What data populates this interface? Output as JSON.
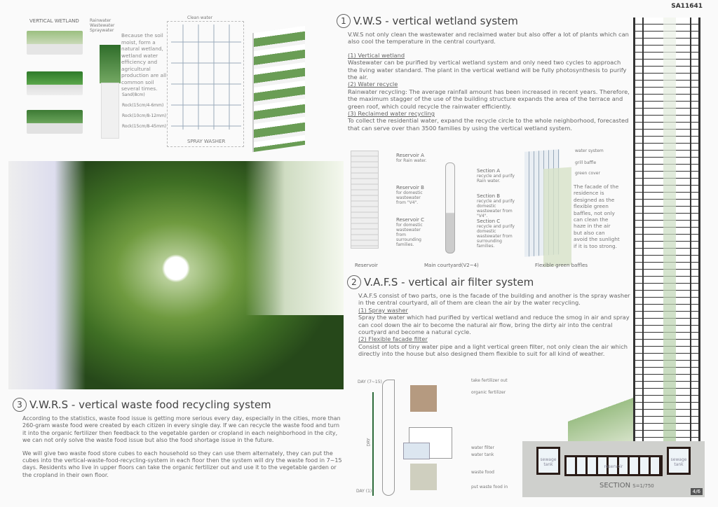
{
  "sheet_id": "SA11641",
  "page": "4/6",
  "wetland": {
    "title": "VERTICAL WETLAND",
    "legend": [
      "Rainwater",
      "Wastewater",
      "Spraywater"
    ],
    "note": "Because the soil moist, form a natural wetland, wetland water efficiency and agricultural production are all common soil several times.",
    "layers": [
      "Sand(8cm)",
      "Rock(15cm/4-6mm)",
      "Rock(10cm/8-12mm)",
      "Rock(15cm/8-45mm)"
    ]
  },
  "spray": {
    "top_label": "Clean water",
    "caption": "SPRAY WASHER"
  },
  "vws": {
    "num": "1",
    "title": "V.W.S - vertical wetland system",
    "intro": "V.W.S not only clean the wastewater and reclaimed water but also offer a lot of plants which can also cool the temperature in the central courtyard.",
    "items": [
      {
        "head": "(1) Vertical wetland",
        "body": "Wastewater can be purified by vertical wetland system and only need two cycles to approach the living water standard. The plant in the vertical wetland will be fully photosynthesis to purify the air."
      },
      {
        "head": "(2) Water recycle",
        "body": "Rainwater recycling: The average rainfall amount has been increased in recent years. Therefore, the maximum stagger of the use of the building structure expands the area of the terrace and green roof, which could recycle the rainwater efficiently."
      },
      {
        "head": "(3) Reclaimed water recycling",
        "body": "To collect the residential water, expand the recycle circle to the whole neighborhood, forecasted that can serve over than 3500 families by using the vertical wetland system."
      }
    ]
  },
  "reservoir": {
    "caption": "Reservoir",
    "items": [
      {
        "t": "Reservoir A",
        "d": "for Rain water."
      },
      {
        "t": "Reservoir B",
        "d": "for domestic wastewater from \"V4\"."
      },
      {
        "t": "Reservoir C",
        "d": "for domestic wastewater from surrounding families."
      }
    ]
  },
  "courtyard": {
    "caption": "Main courtyard(V2~4)",
    "items": [
      {
        "t": "Section A",
        "d": "recycle and purify Rain water."
      },
      {
        "t": "Section B",
        "d": "recycle and purify domestic wastewater from \"V4\"."
      },
      {
        "t": "Section C",
        "d": "recycle and purify domestic wastewater from surrounding families."
      }
    ]
  },
  "baffles": {
    "caption": "Flexible green baffles",
    "labels": [
      "water system",
      "grill baffle",
      "green cover"
    ],
    "note": "The facade of the residence is designed as the flexible green baffles, not only can clean the haze in the air but also can avoid the sunlight if it is too strong."
  },
  "vafs": {
    "num": "2",
    "title": "V.A.F.S - vertical air filter system",
    "intro": "V.A.F.S consist of two parts, one is the facade of the building and another is the spray washer in the central courtyard, all of them are clean the air by the water recycling.",
    "items": [
      {
        "head": "(1) Spray washer",
        "body": "Spray the water which had purified by vertical wetland and reduce the smog in air and spray can cool down the air to become the natural air flow, bring the dirty air into the central courtyard and become a natural cycle."
      },
      {
        "head": "(2) Flexible facade filter",
        "body": "Consist of lots of tiny water pipe and a light vertical green filter, not only clean the air which directly into the house but also designed them flexible to suit for all kind of weather."
      }
    ]
  },
  "cube": {
    "day_top": "DAY (7~15)",
    "dry": "DRY",
    "day_bottom": "DAY (1)",
    "labels": [
      "take fertilizer out",
      "organic fertilizer",
      "water filter",
      "water tank",
      "waste food",
      "put waste food in"
    ]
  },
  "vwrs": {
    "num": "3",
    "title": "V.W.R.S - vertical waste food recycling system",
    "p1": "According to the statistics, waste food issue is getting more serious every day, especially in the cities, more than 260-gram waste food were created by each citizen in every single day. If we can recycle the waste food and turn it into the organic fertilizer then feedback to the vegetable garden or cropland in each neighborhood in the city, we can not only solve the waste food issue but also the food shortage issue in the future.",
    "p2": "We will give two waste food store cubes to each household so they can use them alternately, they can put the cubes into the vertical-waste-food-recycling-system in each floor then the system will dry the waste food in 7~15 days. Residents who live in upper floors can take the organic fertilizer out and use it to the vegetable garden or the cropland in their own floor."
  },
  "section": {
    "title": "SECTION",
    "scale": "S=1/750",
    "tank_left": "sewage tank",
    "tank_right": "sewage tank",
    "reservoir": "reservoir"
  }
}
